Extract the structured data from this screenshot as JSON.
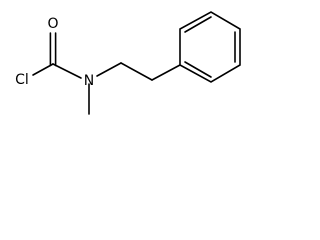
{
  "molecule": {
    "atoms": {
      "chlorine": "Cl",
      "oxygen": "O",
      "nitrogen": "N"
    }
  },
  "colors": {
    "bond": "#000000",
    "background": "#ffffff"
  }
}
